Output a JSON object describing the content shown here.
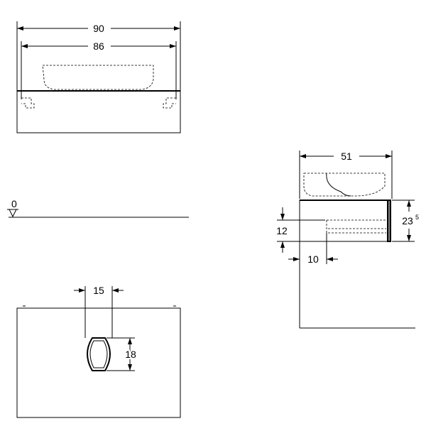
{
  "dimensions": {
    "overall_width": "90",
    "inner_width": "86",
    "depth": "51",
    "height_base": "23",
    "height_sup": "5",
    "drawer_height": "12",
    "setback": "10",
    "cutout_width": "15",
    "cutout_height": "18",
    "floor_level": "0"
  }
}
